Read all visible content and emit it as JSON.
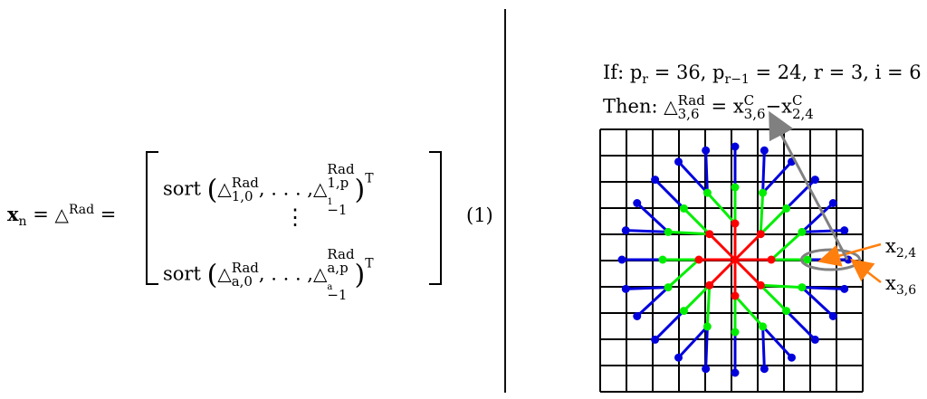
{
  "equation": {
    "lhs_var": "x",
    "lhs_sub": "n",
    "eq1": "=",
    "tri_symbol": "△",
    "tri_sup": "Rad",
    "eq2": "=",
    "sort_word": "sort",
    "row1": {
      "first_sub": "1,0",
      "dots": ", . . . ,",
      "last_sub_prefix": "1,p",
      "last_sub_subsub": "1",
      "last_sub_suffix": "−1",
      "transpose": "T"
    },
    "vdots": "⋮",
    "row2": {
      "first_sub": "a,0",
      "dots": ", . . . ,",
      "last_sub_prefix": "a,p",
      "last_sub_subsub": "a",
      "last_sub_suffix": "−1",
      "transpose": "T"
    },
    "number": "(1)"
  },
  "example": {
    "if_label": "If:",
    "pr_base": "p",
    "pr_sub": "r",
    "pr_val": "= 36,",
    "prm1_base": "p",
    "prm1_sub": "r−1",
    "prm1_val": "= 24,",
    "r_text": "r = 3,",
    "i_text": "i = 6",
    "then_label": "Then:",
    "tri_sup": "Rad",
    "tri_sub": "3,6",
    "eq": "=",
    "x_base": "x",
    "x1_sup": "C",
    "x1_sub": "3,6",
    "minus": "−",
    "x2_sup": "C",
    "x2_sub": "2,4"
  },
  "labels": {
    "x24_base": "x",
    "x24_sub": "2,4",
    "x36_base": "x",
    "x36_sub": "3,6"
  },
  "colors": {
    "ring1": "#ff0000",
    "ring2": "#00ee00",
    "ring3": "#0000dd",
    "grid": "#000000",
    "callout": "#ff7f0e",
    "pointer": "#808080"
  },
  "grid": {
    "rows": 10,
    "cols": 10
  },
  "rings": [
    {
      "name": "ring-1",
      "count": 8,
      "radius": 1
    },
    {
      "name": "ring-2",
      "count": 16,
      "radius": 2
    },
    {
      "name": "ring-3",
      "count": 24,
      "radius": 3
    }
  ]
}
